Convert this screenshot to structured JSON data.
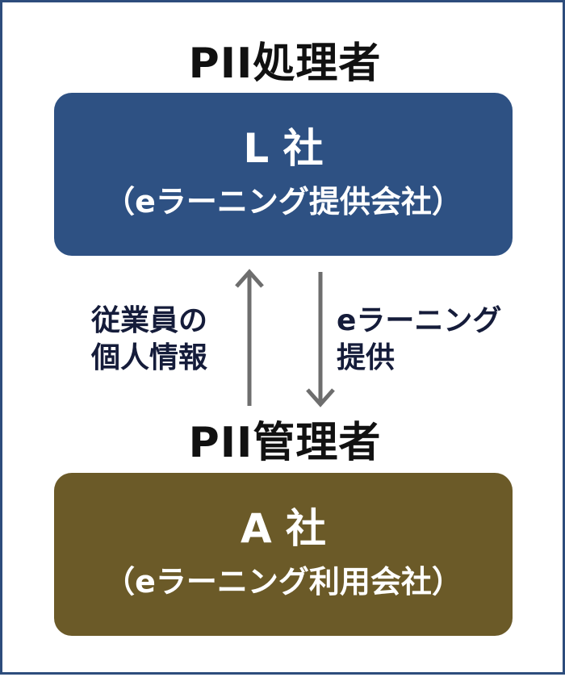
{
  "processor": {
    "role_title": "PII処理者",
    "company_name": "L 社",
    "company_desc": "（eラーニング提供会社）"
  },
  "controller": {
    "role_title": "PII管理者",
    "company_name": "A 社",
    "company_desc": "（eラーニング利用会社）"
  },
  "flows": {
    "up": {
      "line1": "従業員の",
      "line2": "個人情報"
    },
    "down": {
      "line1": "eラーニング",
      "line2": "提供"
    }
  },
  "colors": {
    "processor_box": "#2e5183",
    "controller_box": "#6b5a28",
    "frame_border": "#2d4d7c",
    "arrow": "#6e6e6e"
  }
}
